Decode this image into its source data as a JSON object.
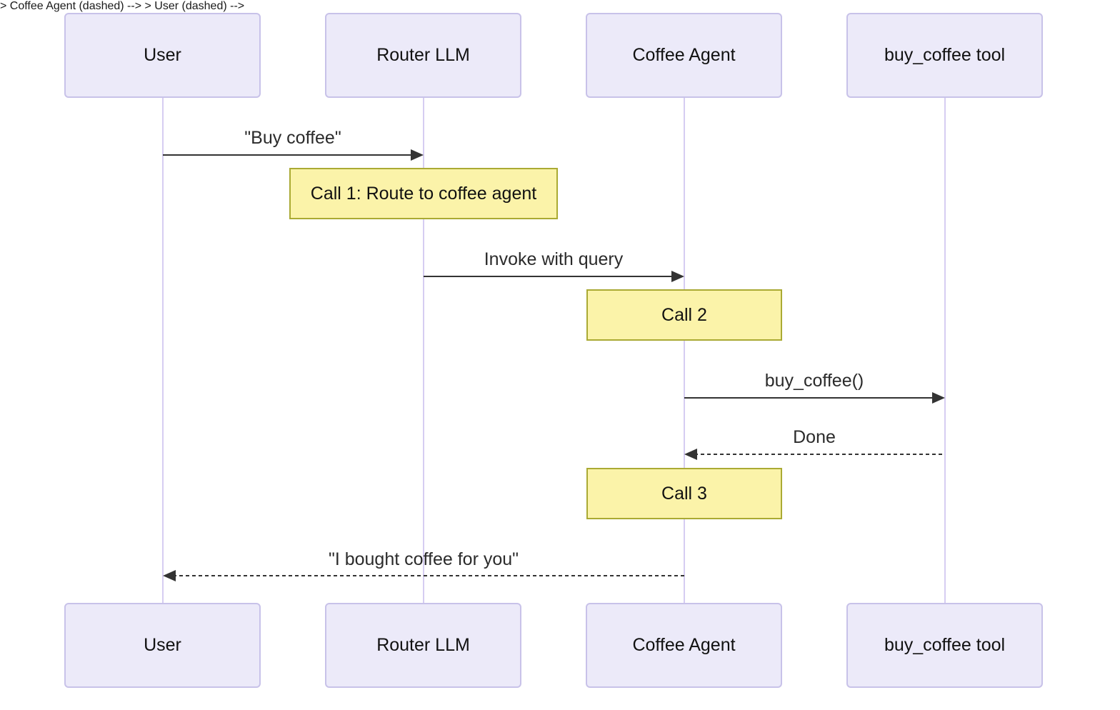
{
  "diagram": {
    "type": "sequence-diagram",
    "participants": [
      {
        "label": "User"
      },
      {
        "label": "Router LLM"
      },
      {
        "label": "Coffee Agent"
      },
      {
        "label": "buy_coffee tool"
      }
    ],
    "messages": [
      {
        "from": "User",
        "to": "Router LLM",
        "label": "\"Buy coffee\"",
        "line": "solid",
        "direction": "right"
      },
      {
        "from": "Router LLM",
        "to": "Coffee Agent",
        "label": "Invoke with query",
        "line": "solid",
        "direction": "right"
      },
      {
        "from": "Coffee Agent",
        "to": "buy_coffee tool",
        "label": "buy_coffee()",
        "line": "solid",
        "direction": "right"
      },
      {
        "from": "buy_coffee tool",
        "to": "Coffee Agent",
        "label": "Done",
        "line": "dashed",
        "direction": "left"
      },
      {
        "from": "Coffee Agent",
        "to": "User",
        "label": "\"I bought coffee for you\"",
        "line": "dashed",
        "direction": "left"
      }
    ],
    "notes": [
      {
        "over": "Router LLM",
        "label": "Call 1: Route to coffee agent"
      },
      {
        "over": "Coffee Agent",
        "label": "Call 2"
      },
      {
        "over": "Coffee Agent",
        "label": "Call 3"
      }
    ],
    "colors": {
      "actor_fill": "#ECEAF9",
      "actor_border": "#C8C2E9",
      "lifeline": "#D6CDF2",
      "note_fill": "#FBF3A9",
      "note_border": "#AAAA33",
      "message_line": "#333333",
      "text": "#1A1A1A"
    }
  }
}
